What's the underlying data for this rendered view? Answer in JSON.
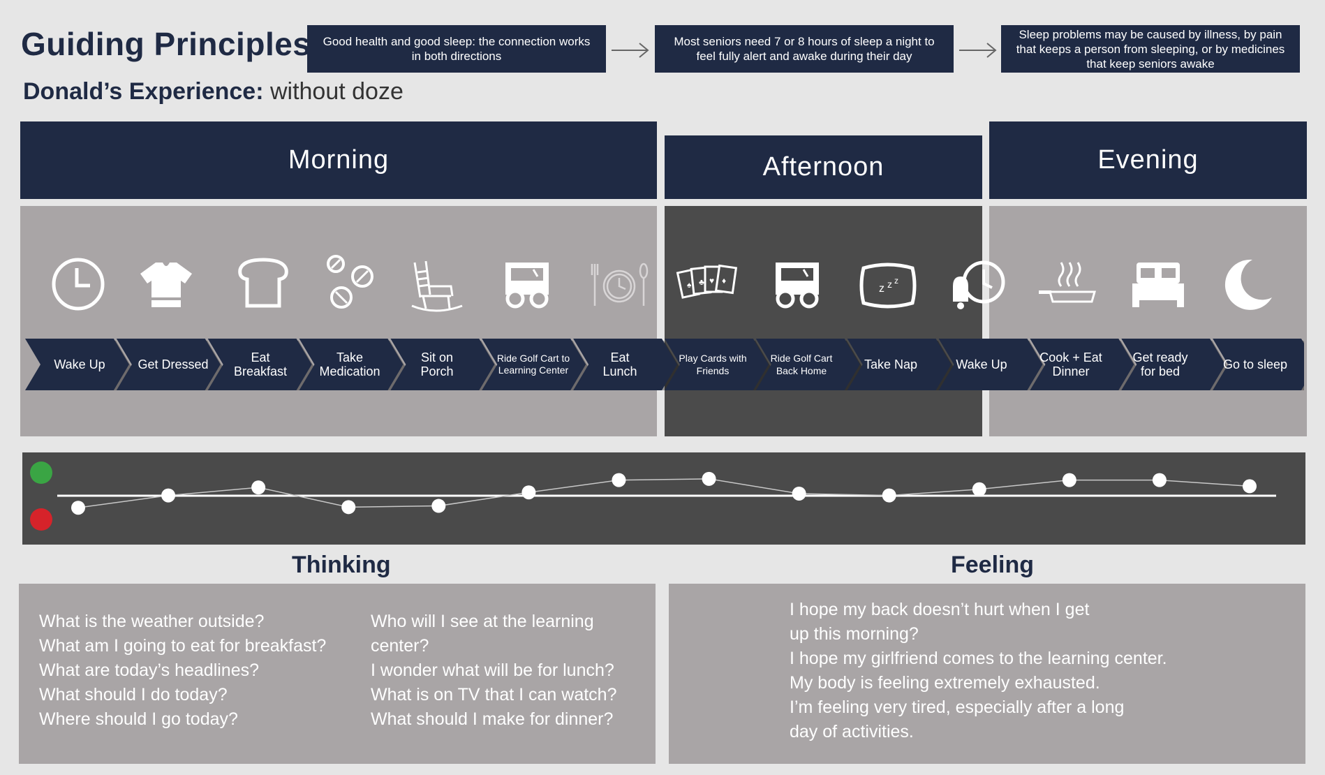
{
  "header": {
    "title": "Guiding Principles",
    "subtitle_bold": "Donald’s Experience:",
    "subtitle_light": "without doze"
  },
  "principles": [
    "Good health and good sleep: the connection works in both directions",
    "Most seniors need 7 or 8 hours of sleep a night to feel fully alert and awake during their day",
    "Sleep problems may be caused by illness, by pain that keeps a person from sleeping, or by medicines that keep seniors awake"
  ],
  "periods": {
    "morning": "Morning",
    "afternoon": "Afternoon",
    "evening": "Evening"
  },
  "activities": [
    {
      "label": "Wake Up",
      "icon": "clock-icon"
    },
    {
      "label": "Get Dressed",
      "icon": "shirt-icon"
    },
    {
      "label": "Eat Breakfast",
      "icon": "toast-icon"
    },
    {
      "label": "Take Medication",
      "icon": "pills-icon"
    },
    {
      "label": "Sit on Porch",
      "icon": "rocking-chair-icon"
    },
    {
      "label": "Ride Golf Cart to Learning Center",
      "icon": "golf-cart-icon"
    },
    {
      "label": "Eat Lunch",
      "icon": "plate-clock-icon"
    },
    {
      "label": "Play Cards with Friends",
      "icon": "playing-cards-icon"
    },
    {
      "label": "Ride Golf Cart Back Home",
      "icon": "golf-cart-icon"
    },
    {
      "label": "Take Nap",
      "icon": "pillow-icon"
    },
    {
      "label": "Wake Up",
      "icon": "alarm-clock-icon"
    },
    {
      "label": "Cook + Eat Dinner",
      "icon": "frying-pan-icon"
    },
    {
      "label": "Get ready for bed",
      "icon": "bed-icon"
    },
    {
      "label": "Go to sleep",
      "icon": "moon-icon"
    }
  ],
  "mood": {
    "good_color": "#3aa544",
    "bad_color": "#d6232a",
    "levels": [
      0.35,
      0.55,
      0.68,
      0.36,
      0.38,
      0.6,
      0.8,
      0.82,
      0.58,
      0.55,
      0.65,
      0.8,
      0.8,
      0.7
    ]
  },
  "thinking": {
    "title": "Thinking",
    "col1": [
      "What is the weather outside?",
      "What am I going to eat for breakfast?",
      "What are today’s headlines?",
      "What should I do today?",
      "Where should I go today?"
    ],
    "col2": [
      "Who will I see at the learning",
      "center?",
      "I wonder what will be for lunch?",
      "What is on TV that I can watch?",
      "What should I make for dinner?"
    ]
  },
  "feeling": {
    "title": "Feeling",
    "lines": [
      "I hope my back doesn’t hurt when I get",
      "up this morning?",
      "I hope my girlfriend comes to the learning center.",
      "My body is feeling extremely exhausted.",
      "I’m feeling very tired, especially after a long",
      "day of activities."
    ]
  },
  "colors": {
    "navy": "#1f2a44",
    "panel_light": "#a9a5a6",
    "panel_dark": "#4b4b4b"
  }
}
